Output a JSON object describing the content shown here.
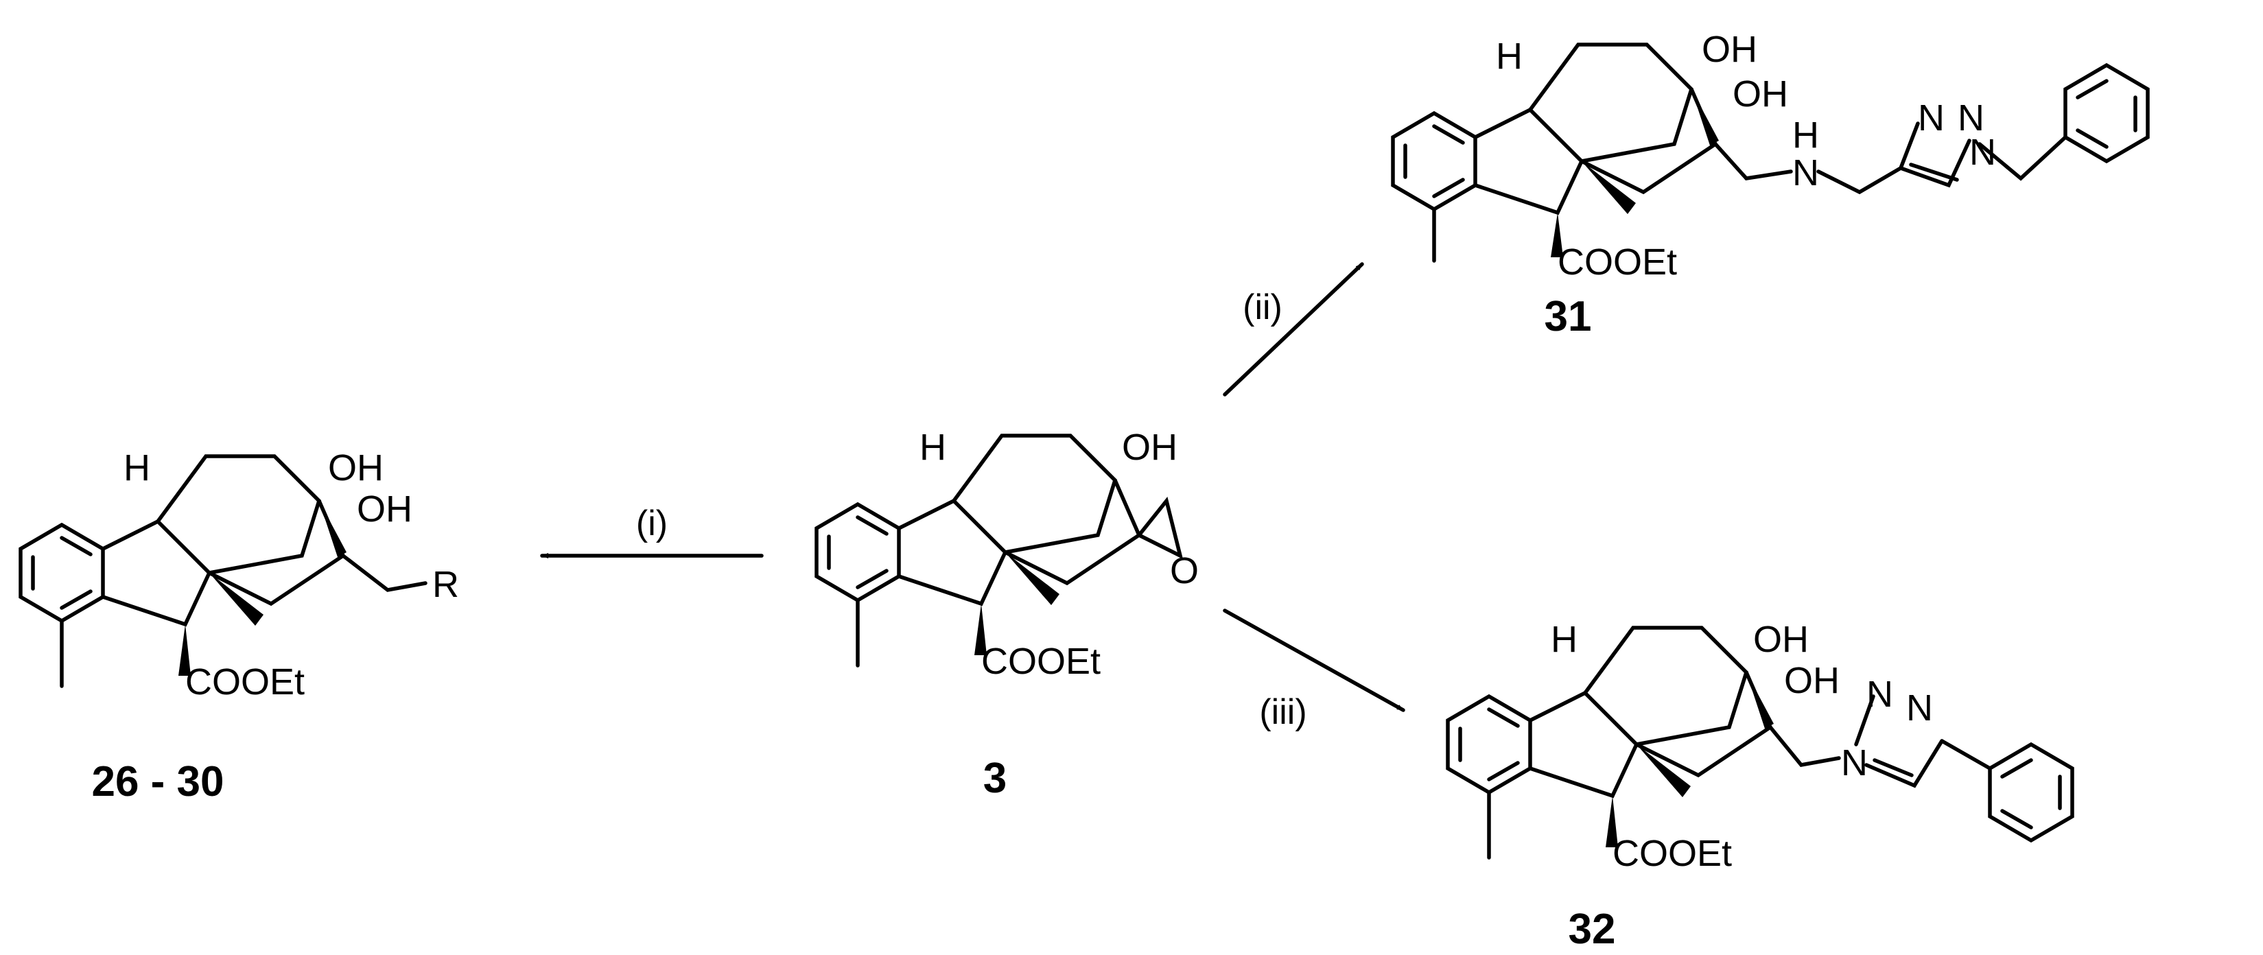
{
  "compounds": {
    "c26_30": {
      "number": "26 - 30",
      "OH_top": "OH",
      "OH_second": "OH",
      "R": "R",
      "ester": "COOEt",
      "H": "H"
    },
    "c3": {
      "number": "3",
      "OH": "OH",
      "epoxide_O": "O",
      "ester": "COOEt",
      "H": "H"
    },
    "c31": {
      "number": "31",
      "OH_top": "OH",
      "OH_second": "OH",
      "NH": "N",
      "NH_H": "H",
      "ester": "COOEt",
      "H": "H",
      "triazole_N1": "N",
      "triazole_N2": "N",
      "triazole_N3": "N"
    },
    "c32": {
      "number": "32",
      "OH_top": "OH",
      "OH_second": "OH",
      "ester": "COOEt",
      "H": "H",
      "triazole_N1": "N",
      "triazole_N2": "N",
      "triazole_N3": "N"
    }
  },
  "conditions": {
    "i": "(i)",
    "ii": "(ii)",
    "iii": "(iii)"
  }
}
